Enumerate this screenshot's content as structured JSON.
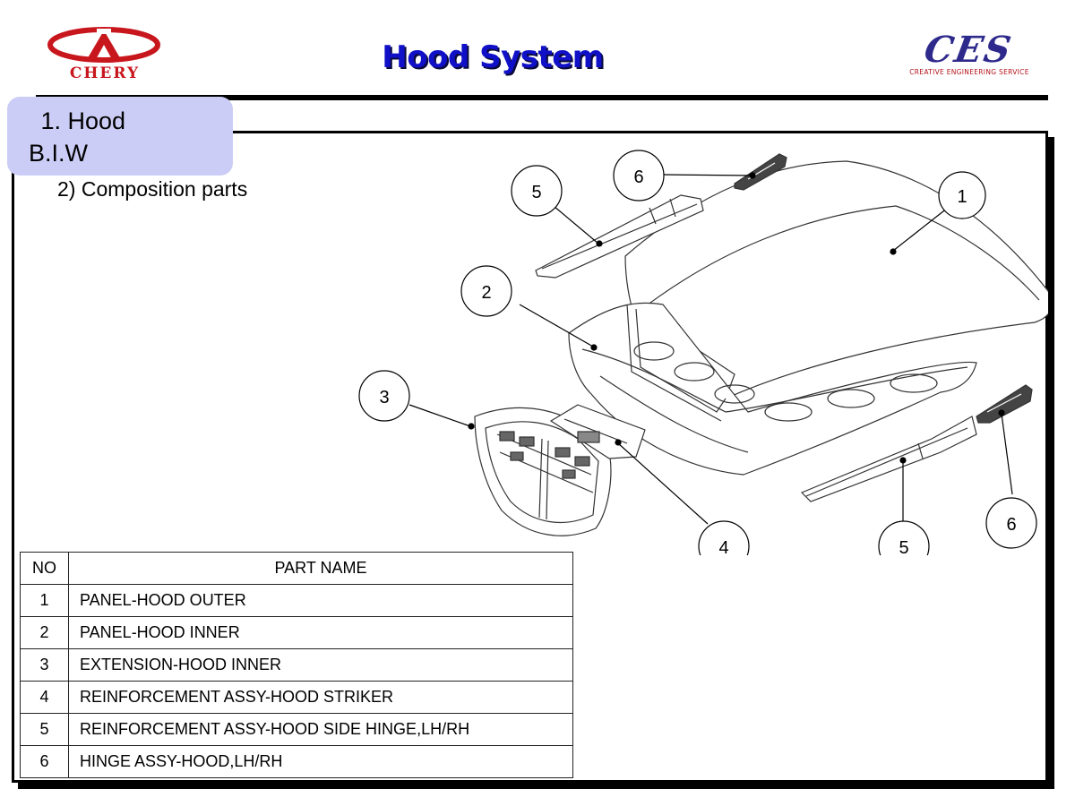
{
  "header": {
    "left_logo_text": "CHERY",
    "title": "Hood System",
    "right_logo_text": "CES",
    "right_logo_subtitle": "CREATIVE ENGINEERING SERVICE"
  },
  "section": {
    "line1": " 1. Hood",
    "line2": "B.I.W",
    "subheading": "2) Composition parts"
  },
  "callouts": [
    {
      "label": "1"
    },
    {
      "label": "2"
    },
    {
      "label": "3"
    },
    {
      "label": "4"
    },
    {
      "label": "5"
    },
    {
      "label": "5"
    },
    {
      "label": "6"
    },
    {
      "label": "6"
    }
  ],
  "table": {
    "headers": {
      "no": "NO",
      "name": "PART NAME"
    },
    "rows": [
      {
        "no": "1",
        "name": "PANEL-HOOD OUTER"
      },
      {
        "no": "2",
        "name": "PANEL-HOOD INNER"
      },
      {
        "no": "3",
        "name": "EXTENSION-HOOD INNER"
      },
      {
        "no": "4",
        "name": "REINFORCEMENT ASSY-HOOD STRIKER"
      },
      {
        "no": "5",
        "name": "REINFORCEMENT ASSY-HOOD SIDE HINGE,LH/RH"
      },
      {
        "no": "6",
        "name": "HINGE ASSY-HOOD,LH/RH"
      }
    ]
  },
  "colors": {
    "title": "#1010c8",
    "section_tab": "#cccdf6",
    "chery_red": "#c8161d",
    "ces_blue": "#2e2a8c"
  }
}
